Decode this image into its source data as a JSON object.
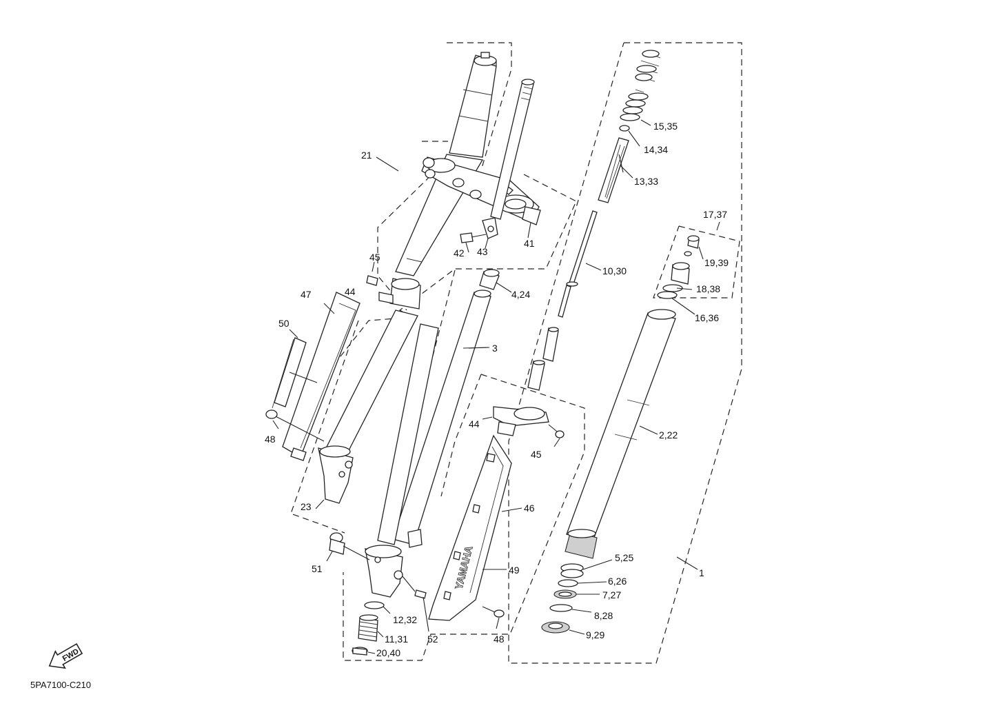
{
  "diagram": {
    "catalog_code": "5PA7100-C210",
    "direction_badge": "FWD",
    "brand_mark": "YAMAHA",
    "callouts": [
      {
        "id": "c-15-35",
        "text": "15,35"
      },
      {
        "id": "c-14-34",
        "text": "14,34"
      },
      {
        "id": "c-13-33",
        "text": "13,33"
      },
      {
        "id": "c-17-37",
        "text": "17,37"
      },
      {
        "id": "c-19-39",
        "text": "19,39"
      },
      {
        "id": "c-18-38",
        "text": "18,38"
      },
      {
        "id": "c-16-36",
        "text": "16,36"
      },
      {
        "id": "c-10-30",
        "text": "10,30"
      },
      {
        "id": "c-2-22",
        "text": "2,22"
      },
      {
        "id": "c-1",
        "text": "1"
      },
      {
        "id": "c-5-25",
        "text": "5,25"
      },
      {
        "id": "c-6-26",
        "text": "6,26"
      },
      {
        "id": "c-7-27",
        "text": "7,27"
      },
      {
        "id": "c-8-28",
        "text": "8,28"
      },
      {
        "id": "c-9-29",
        "text": "9,29"
      },
      {
        "id": "c-21",
        "text": "21"
      },
      {
        "id": "c-41",
        "text": "41"
      },
      {
        "id": "c-42",
        "text": "42"
      },
      {
        "id": "c-43",
        "text": "43"
      },
      {
        "id": "c-4-24",
        "text": "4,24"
      },
      {
        "id": "c-3",
        "text": "3"
      },
      {
        "id": "c-45-top",
        "text": "45"
      },
      {
        "id": "c-44-top",
        "text": "44"
      },
      {
        "id": "c-47",
        "text": "47"
      },
      {
        "id": "c-50",
        "text": "50"
      },
      {
        "id": "c-48-left",
        "text": "48"
      },
      {
        "id": "c-23",
        "text": "23"
      },
      {
        "id": "c-44-mid",
        "text": "44"
      },
      {
        "id": "c-45-mid",
        "text": "45"
      },
      {
        "id": "c-46",
        "text": "46"
      },
      {
        "id": "c-49",
        "text": "49"
      },
      {
        "id": "c-51",
        "text": "51"
      },
      {
        "id": "c-12-32",
        "text": "12,32"
      },
      {
        "id": "c-11-31",
        "text": "11,31"
      },
      {
        "id": "c-20-40",
        "text": "20,40"
      },
      {
        "id": "c-52",
        "text": "52"
      },
      {
        "id": "c-48-bottom",
        "text": "48"
      }
    ]
  }
}
